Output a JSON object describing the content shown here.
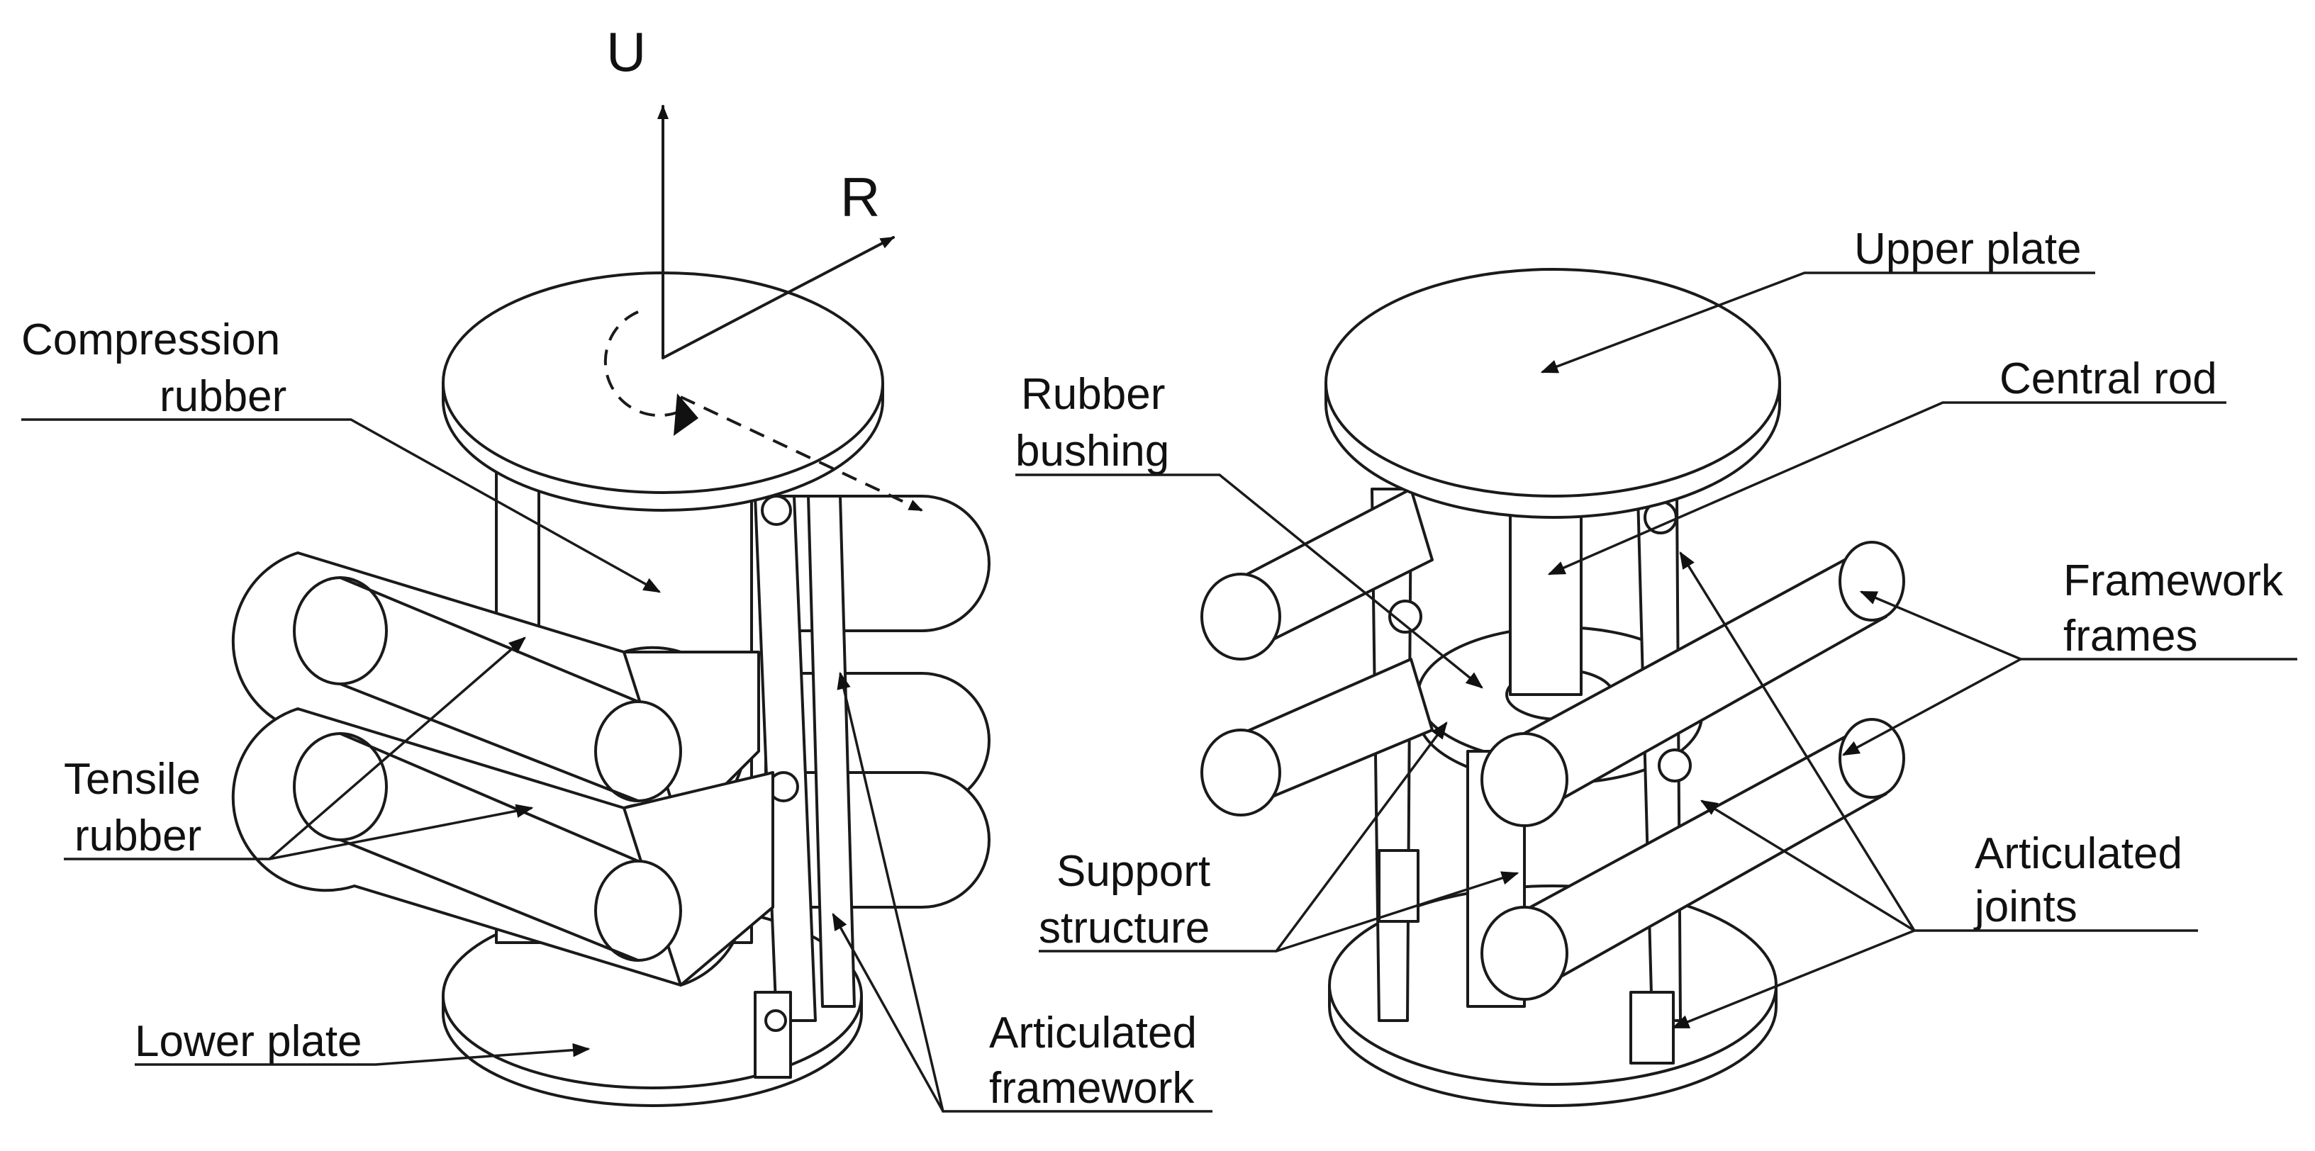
{
  "axes": {
    "vertical": "U",
    "radial": "R"
  },
  "left": {
    "compression_rubber": [
      "Compression",
      "rubber"
    ],
    "tensile_rubber": [
      "Tensile",
      "rubber"
    ],
    "lower_plate": "Lower plate",
    "articulated_framework": [
      "Articulated",
      "framework"
    ]
  },
  "right": {
    "upper_plate": "Upper plate",
    "central_rod": "Central rod",
    "rubber_bushing": [
      "Rubber",
      "bushing"
    ],
    "framework_frames": [
      "Framework",
      "frames"
    ],
    "support_structure": [
      "Support",
      "structure"
    ],
    "articulated_joints": [
      "Articulated",
      "joints"
    ]
  }
}
